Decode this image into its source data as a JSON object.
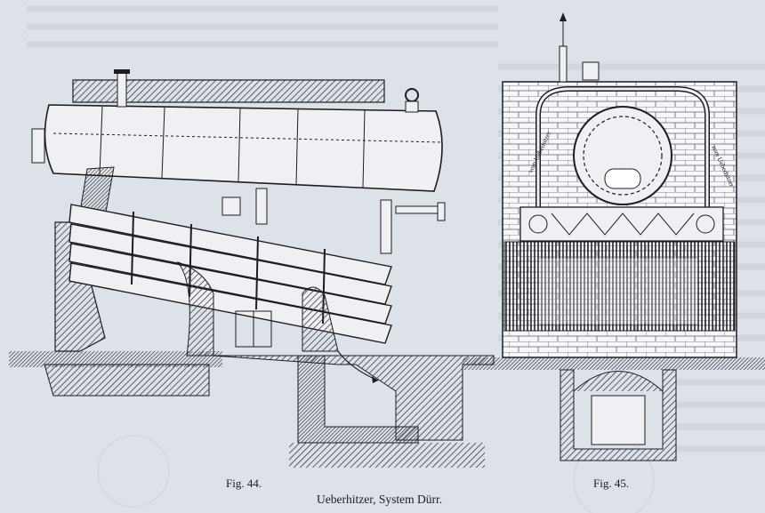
{
  "figure_44": {
    "caption": "Fig. 44."
  },
  "figure_45": {
    "caption": "Fig. 45.",
    "pipe_labels": [
      "vom Ueberhitzer",
      "zum Ueberhitzer"
    ]
  },
  "main_title": "Ueberhitzer, System Dürr.",
  "colors": {
    "paper": "#dde1e8",
    "ink": "#1c1d22",
    "hatch": "#3a3c44",
    "brick": "#f6f7fa"
  }
}
